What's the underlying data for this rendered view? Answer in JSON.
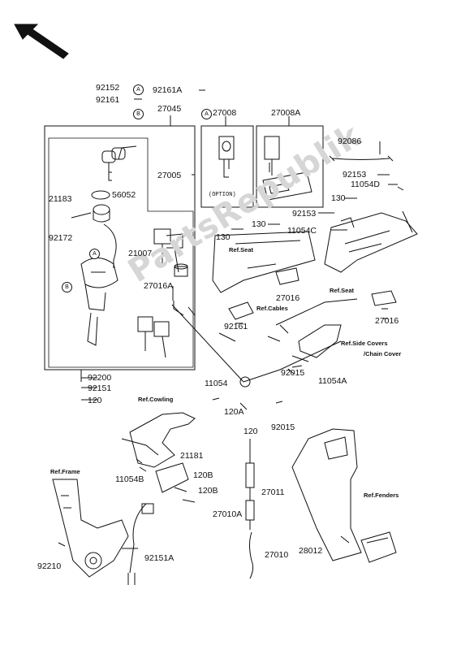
{
  "diagram": {
    "watermark": "PartsRepublik",
    "option_label": "(OPTION)",
    "callouts": [
      "A",
      "B",
      "A",
      "B"
    ],
    "part_labels": [
      "92152",
      "92161A",
      "92161",
      "27045",
      "27008",
      "27008A",
      "27005",
      "56052",
      "21183",
      "92172",
      "21007",
      "92086",
      "92153",
      "11054D",
      "130",
      "92153",
      "130",
      "11054C",
      "130",
      "27016A",
      "27016",
      "27016",
      "92161",
      "92200",
      "92151",
      "120",
      "11054",
      "120A",
      "120",
      "92015",
      "92015",
      "11054A",
      "21181",
      "120B",
      "11054B",
      "120B",
      "27010A",
      "27011",
      "27010",
      "92151A",
      "92210",
      "28012"
    ],
    "reference_labels": [
      "Ref.Seat",
      "Ref.Seat",
      "Ref.Cables",
      "Ref.Side Covers",
      "/Chain Cover",
      "Ref.Cowling",
      "Ref.Frame",
      "Ref.Fenders"
    ]
  }
}
